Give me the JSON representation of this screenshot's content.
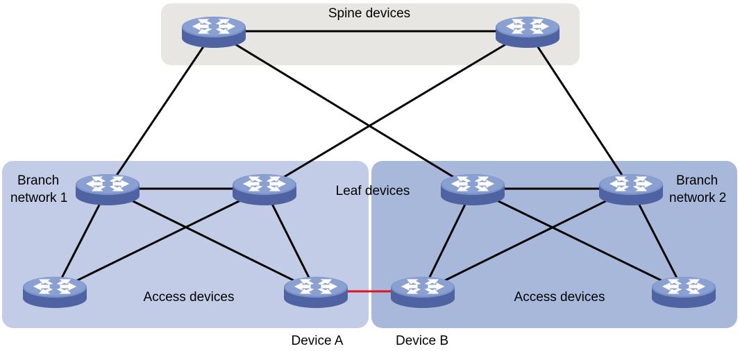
{
  "groups": {
    "spine": {
      "label": "Spine devices",
      "color": "#e8e6e3"
    },
    "branch1": {
      "label_line1": "Branch",
      "label_line2": "network 1",
      "color": "#c2cce6"
    },
    "branch2": {
      "label_line1": "Branch",
      "label_line2": "network 2",
      "color": "#a8b8db"
    }
  },
  "labels": {
    "leaf": "Leaf devices",
    "access_left": "Access devices",
    "access_right": "Access devices",
    "device_a": "Device A",
    "device_b": "Device B"
  },
  "colors": {
    "link": "#000000",
    "special_link": "#e0141e",
    "device_top": "#7b93c9",
    "device_side": "#4f63a3",
    "device_icon": "#ffffff"
  },
  "nodes": [
    {
      "id": "spine1",
      "name": "spine-device-1-icon"
    },
    {
      "id": "spine2",
      "name": "spine-device-2-icon"
    },
    {
      "id": "leaf1",
      "name": "leaf-device-1-icon"
    },
    {
      "id": "leaf2",
      "name": "leaf-device-2-icon"
    },
    {
      "id": "leaf3",
      "name": "leaf-device-3-icon"
    },
    {
      "id": "leaf4",
      "name": "leaf-device-4-icon"
    },
    {
      "id": "acc1",
      "name": "access-device-1-icon"
    },
    {
      "id": "devA",
      "name": "device-a-icon"
    },
    {
      "id": "devB",
      "name": "device-b-icon"
    },
    {
      "id": "acc4",
      "name": "access-device-4-icon"
    }
  ],
  "links": [
    {
      "from": "spine1",
      "to": "spine2"
    },
    {
      "from": "spine1",
      "to": "leaf1"
    },
    {
      "from": "spine1",
      "to": "leaf3"
    },
    {
      "from": "spine2",
      "to": "leaf2"
    },
    {
      "from": "spine2",
      "to": "leaf4"
    },
    {
      "from": "leaf1",
      "to": "leaf2"
    },
    {
      "from": "leaf3",
      "to": "leaf4"
    },
    {
      "from": "leaf1",
      "to": "acc1"
    },
    {
      "from": "leaf1",
      "to": "devA"
    },
    {
      "from": "leaf2",
      "to": "acc1"
    },
    {
      "from": "leaf2",
      "to": "devA"
    },
    {
      "from": "leaf3",
      "to": "devB"
    },
    {
      "from": "leaf3",
      "to": "acc4"
    },
    {
      "from": "leaf4",
      "to": "devB"
    },
    {
      "from": "leaf4",
      "to": "acc4"
    },
    {
      "from": "devA",
      "to": "devB",
      "special": true
    }
  ]
}
